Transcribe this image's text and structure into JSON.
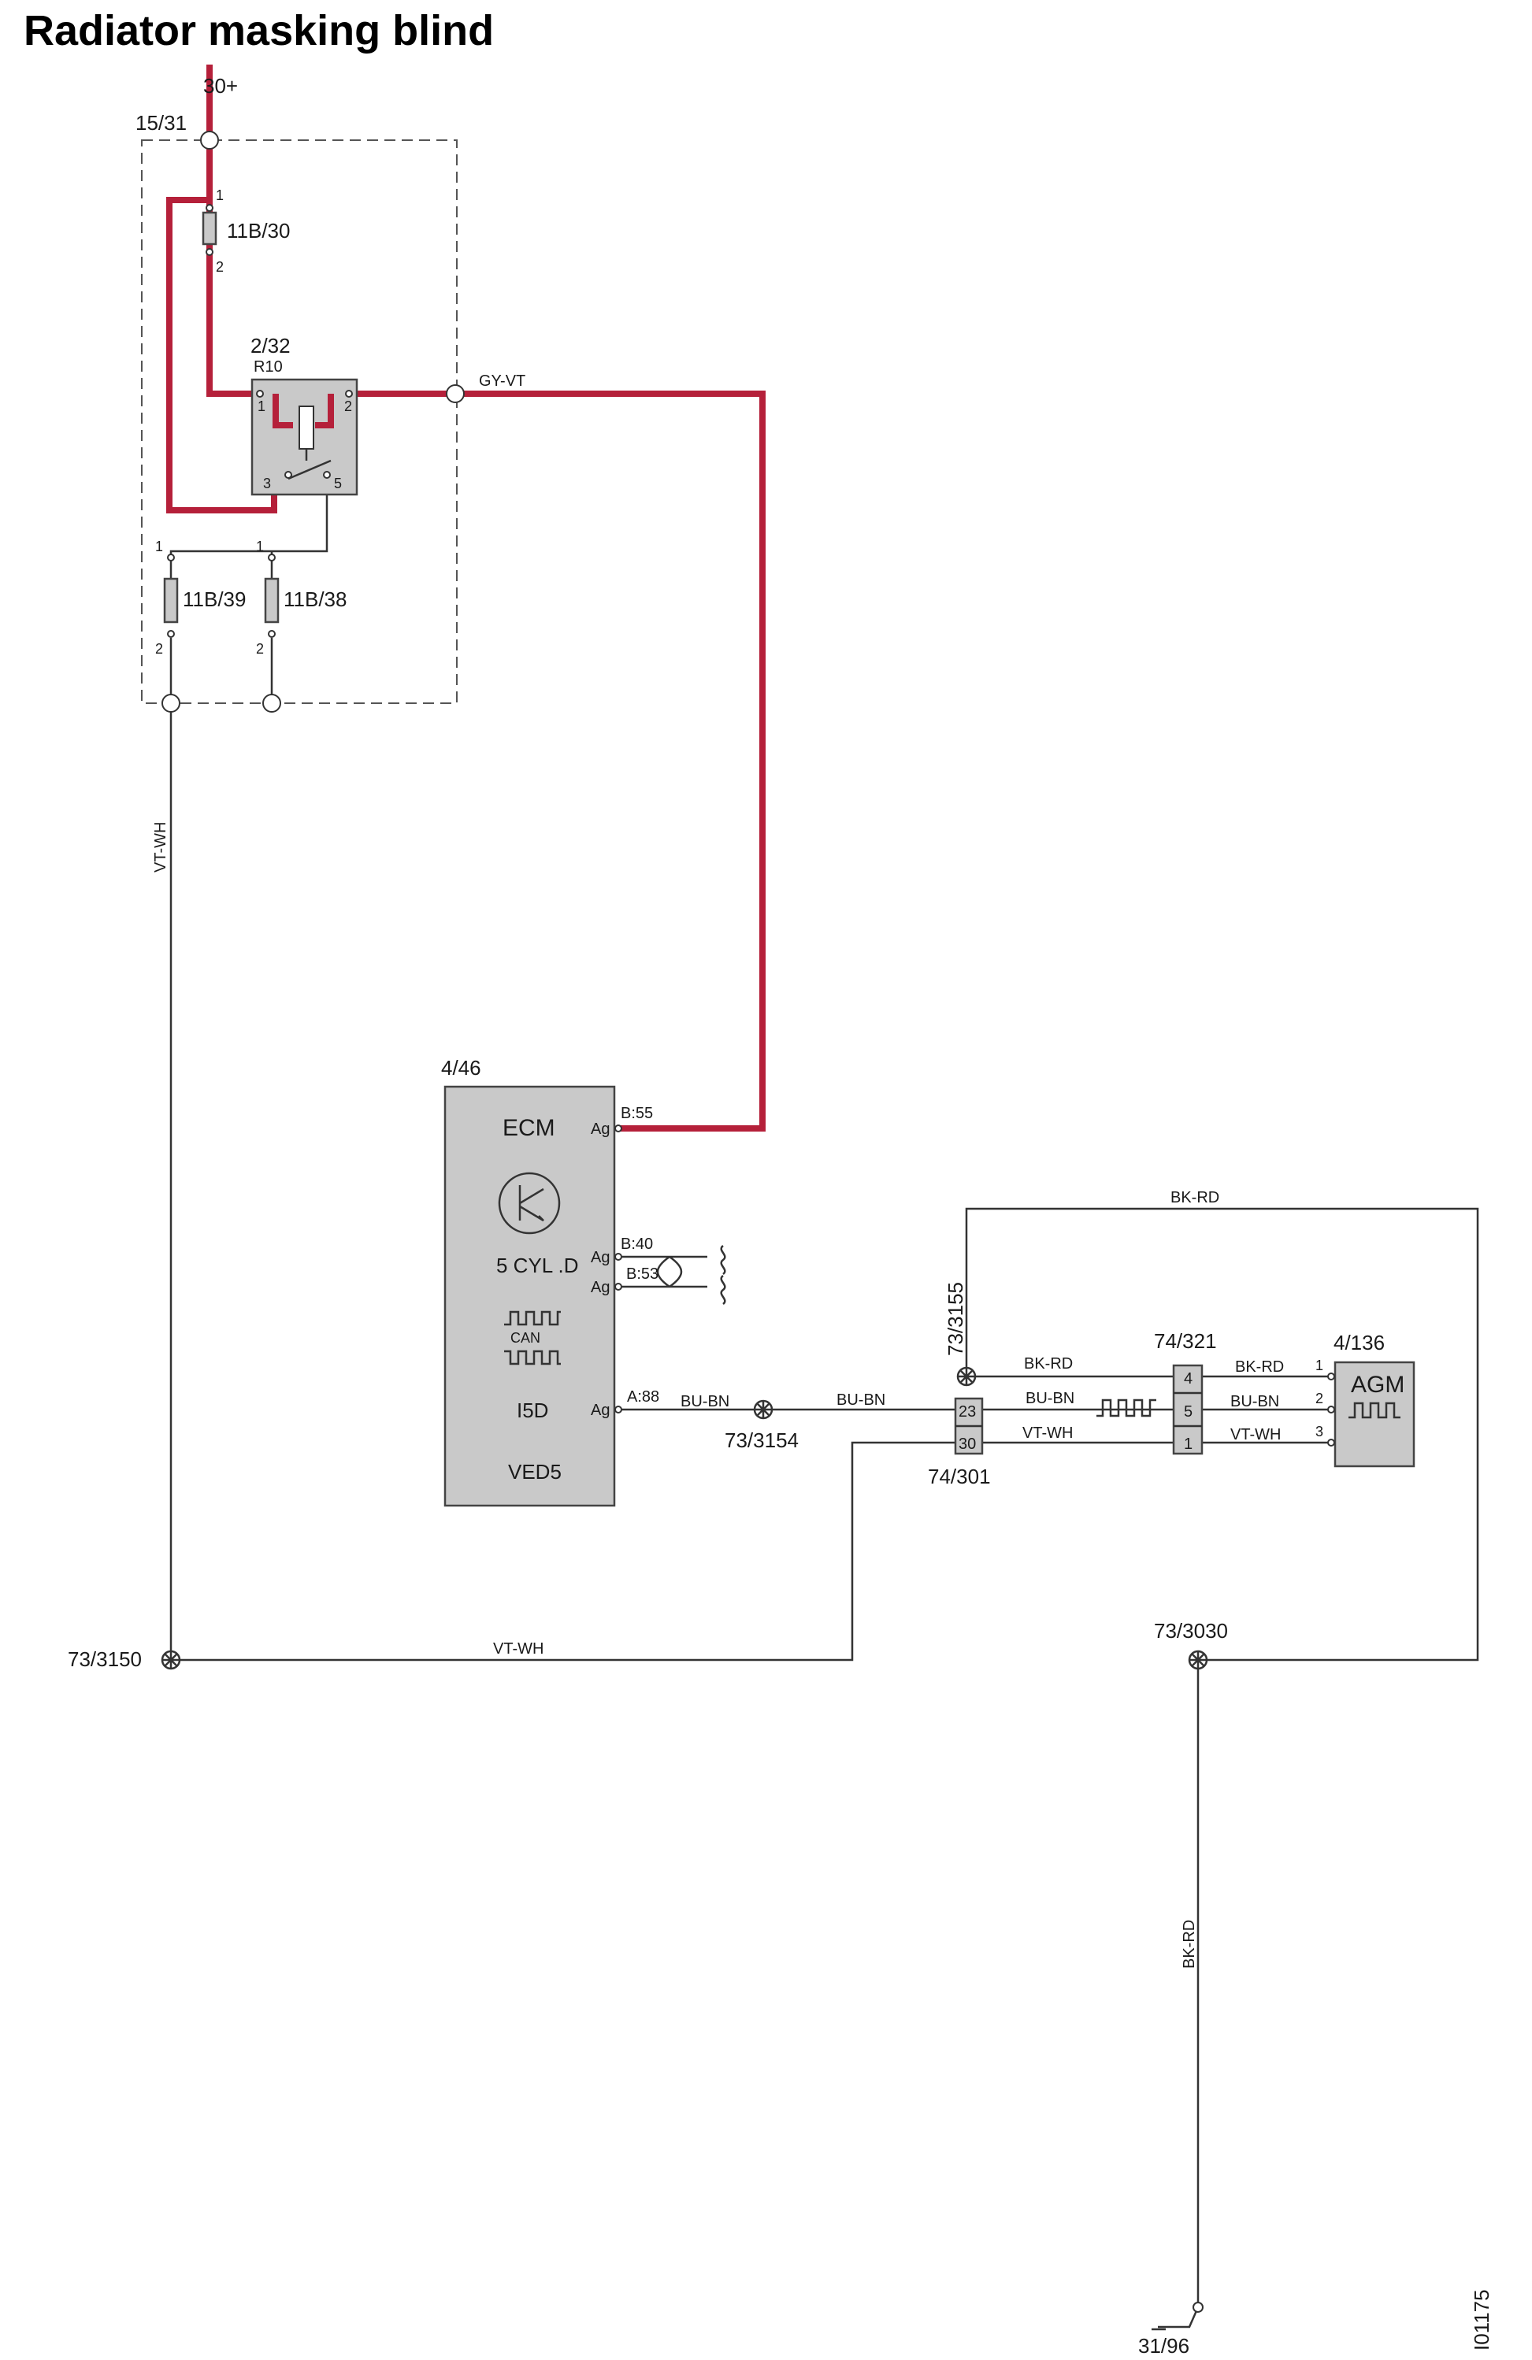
{
  "title": "Radiator masking blind",
  "figure_id": "I01175",
  "supply": {
    "battery_label": "30+",
    "central_unit": "15/31"
  },
  "fuses": [
    {
      "id": "11B/30",
      "pin_in": "1",
      "pin_out": "2"
    },
    {
      "id": "11B/39",
      "pin_in": "1",
      "pin_out": "2"
    },
    {
      "id": "11B/38",
      "pin_in": "1",
      "pin_out": "2"
    }
  ],
  "relay": {
    "id": "2/32",
    "code": "R10",
    "pins": [
      "1",
      "2",
      "3",
      "5"
    ]
  },
  "ecm": {
    "id": "4/46",
    "name": "ECM",
    "engine": "5 CYL .D",
    "bus": "CAN",
    "variant": "I5D",
    "system": "VED5",
    "pin_type": "Ag",
    "pins": [
      "B:55",
      "B:40",
      "B:53",
      "A:88"
    ]
  },
  "agm": {
    "id": "4/136",
    "name": "AGM",
    "pins": [
      "1",
      "2",
      "3"
    ]
  },
  "connectors": [
    {
      "id": "74/321",
      "pins": [
        "4",
        "5",
        "1"
      ]
    },
    {
      "id": "74/301",
      "pins": [
        "23",
        "30"
      ]
    }
  ],
  "splices": [
    "73/3155",
    "73/3154",
    "73/3150",
    "73/3030"
  ],
  "ground": "31/96",
  "wire_colors": {
    "gy_vt": "GY-VT",
    "vt_wh": "VT-WH",
    "bu_bn": "BU-BN",
    "bk_rd": "BK-RD"
  },
  "colors": {
    "powered_wire": "#b5203a",
    "wire": "#333333",
    "component_fill": "#c9c9c9"
  }
}
